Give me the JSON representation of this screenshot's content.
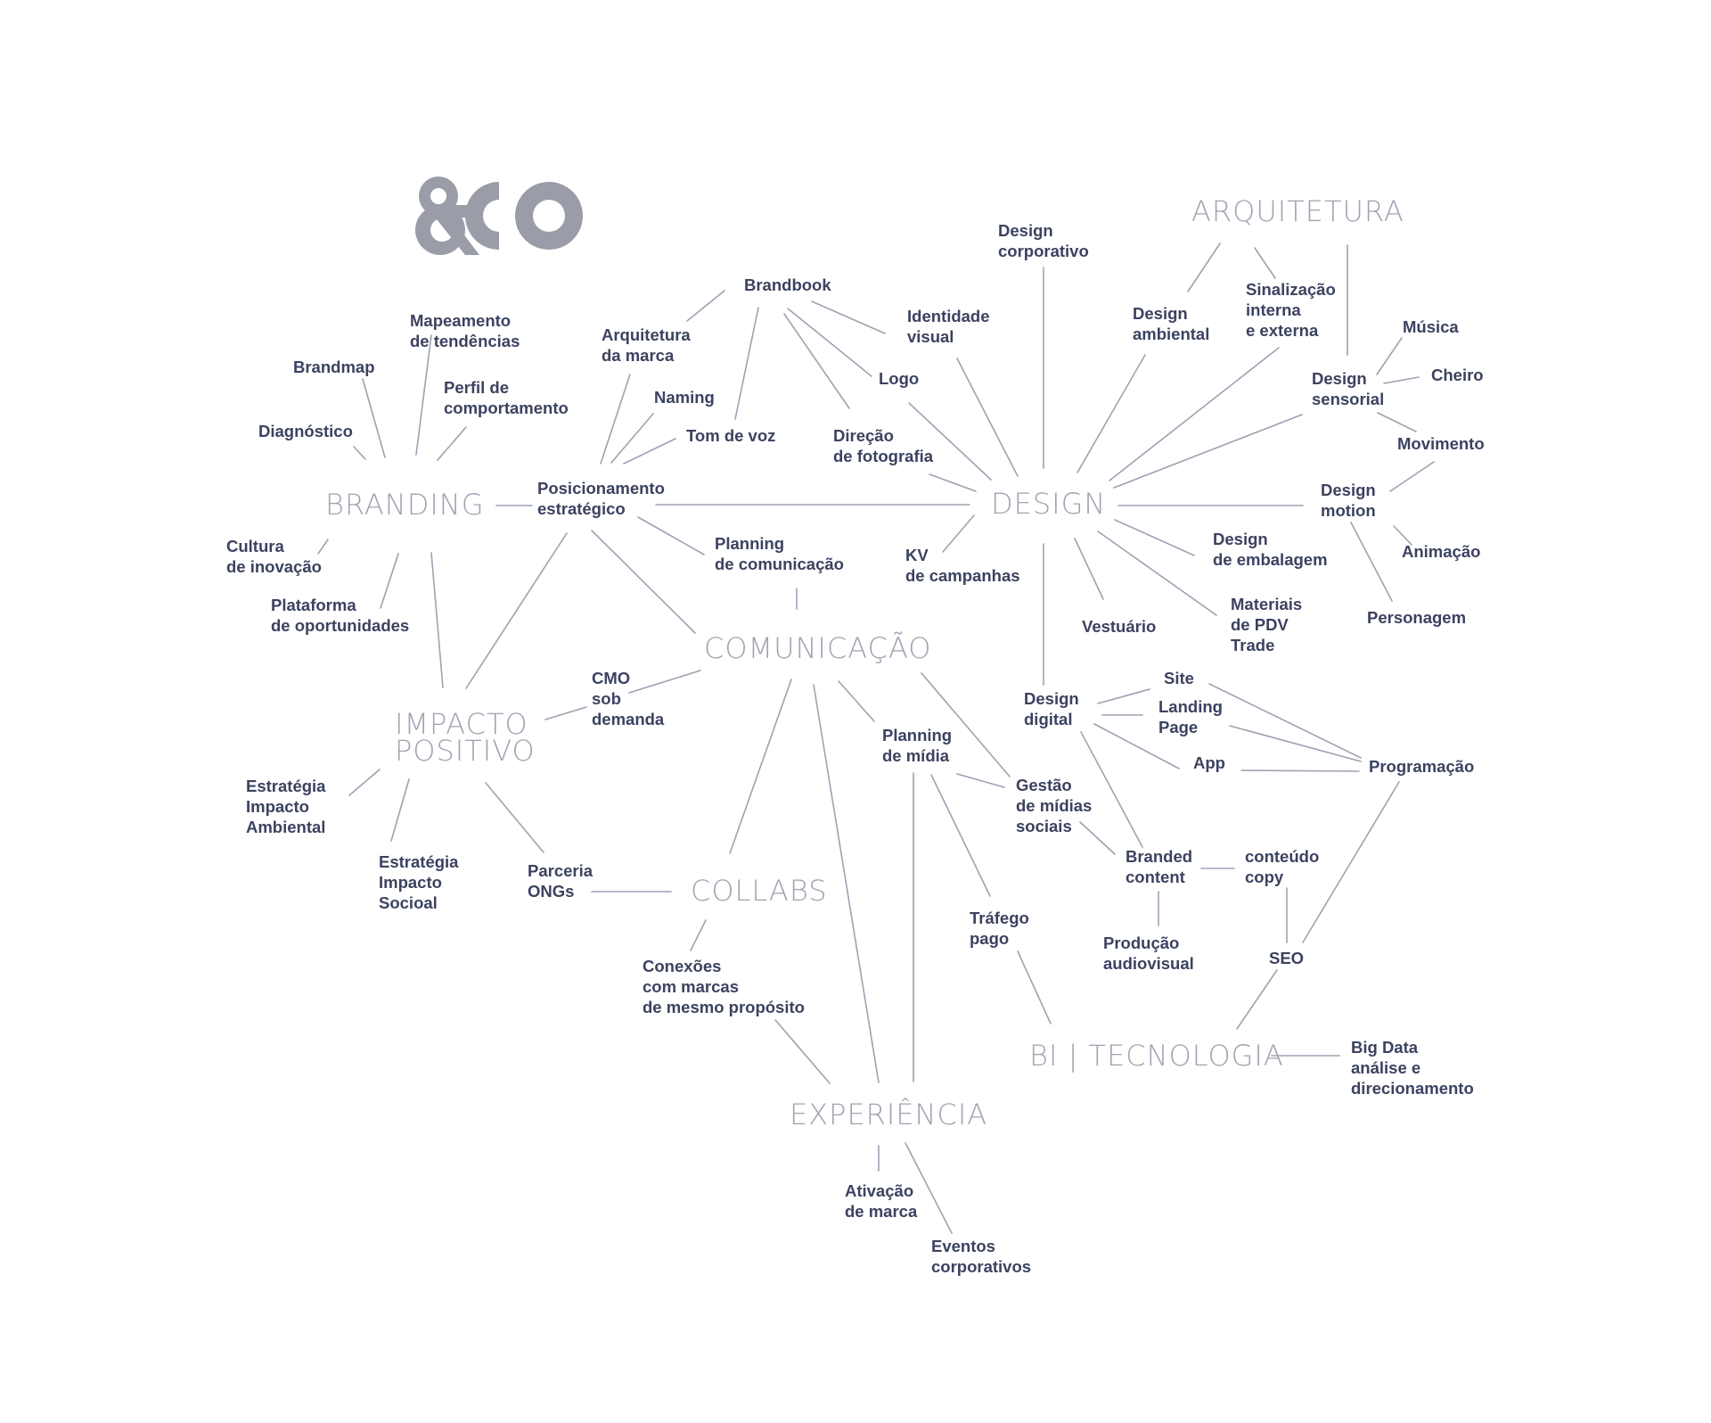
{
  "logo": {
    "brand_mark": "&CO",
    "color": "#9a9ca8"
  },
  "colors": {
    "hub_text": "#9ea3b1",
    "leaf_text": "#3c4260",
    "line": "#9da2b2"
  },
  "hubs": {
    "branding": "BRANDING",
    "design": "DESIGN",
    "arquitetura": "ARQUITETURA",
    "comunicacao": "COMUNICAÇÃO",
    "impacto": "IMPACTO\nPOSITIVO",
    "collabs": "COLLABS",
    "bi": "BI | TECNOLOGIA",
    "experiencia": "EXPERIÊNCIA"
  },
  "leaves": {
    "diagnostico": "Diagnóstico",
    "brandmap": "Brandmap",
    "mapeamento": "Mapeamento\nde tendências",
    "perfil": "Perfil de\ncomportamento",
    "cultura": "Cultura\nde inovação",
    "plataforma": "Plataforma\nde oportunidades",
    "posicionamento": "Posicionamento\nestratégico",
    "arquitetura_marca": "Arquitetura\nda marca",
    "naming": "Naming",
    "tom_voz": "Tom de voz",
    "brandbook": "Brandbook",
    "identidade": "Identidade\nvisual",
    "logo": "Logo",
    "direcao_foto": "Direção\nde fotografia",
    "design_corporativo": "Design\ncorporativo",
    "design_ambiental": "Design\nambiental",
    "sinalizacao": "Sinalização\ninterna\ne externa",
    "musica": "Música",
    "cheiro": "Cheiro",
    "design_sensorial": "Design\nsensorial",
    "movimento": "Movimento",
    "design_motion": "Design\nmotion",
    "animacao": "Animação",
    "personagem": "Personagem",
    "design_embalagem": "Design\nde embalagem",
    "materiais_pdv": "Materiais\nde PDV\nTrade",
    "vestuario": "Vestuário",
    "kv": "KV\nde campanhas",
    "planning_comunicacao": "Planning\nde comunicação",
    "cmo": "CMO\nsob\ndemanda",
    "estrategia_ambiental": "Estratégia\nImpacto\nAmbiental",
    "estrategia_social": "Estratégia\nImpacto\nSocioal",
    "parceria": "Parceria\nONGs",
    "conexoes": "Conexões\ncom marcas\nde mesmo propósito",
    "planning_midia": "Planning\nde mídia",
    "gestao": "Gestão\nde mídias\nsociais",
    "design_digital": "Design\ndigital",
    "site": "Site",
    "landing": "Landing\nPage",
    "app": "App",
    "programacao": "Programação",
    "branded": "Branded\ncontent",
    "conteudo": "conteúdo\ncopy",
    "producao": "Produção\naudiovisual",
    "seo": "SEO",
    "trafego": "Tráfego\npago",
    "big_data": "Big Data\nanálise e\ndirecionamento",
    "ativacao": "Ativação\nde marca",
    "eventos": "Eventos\ncorporativos"
  }
}
